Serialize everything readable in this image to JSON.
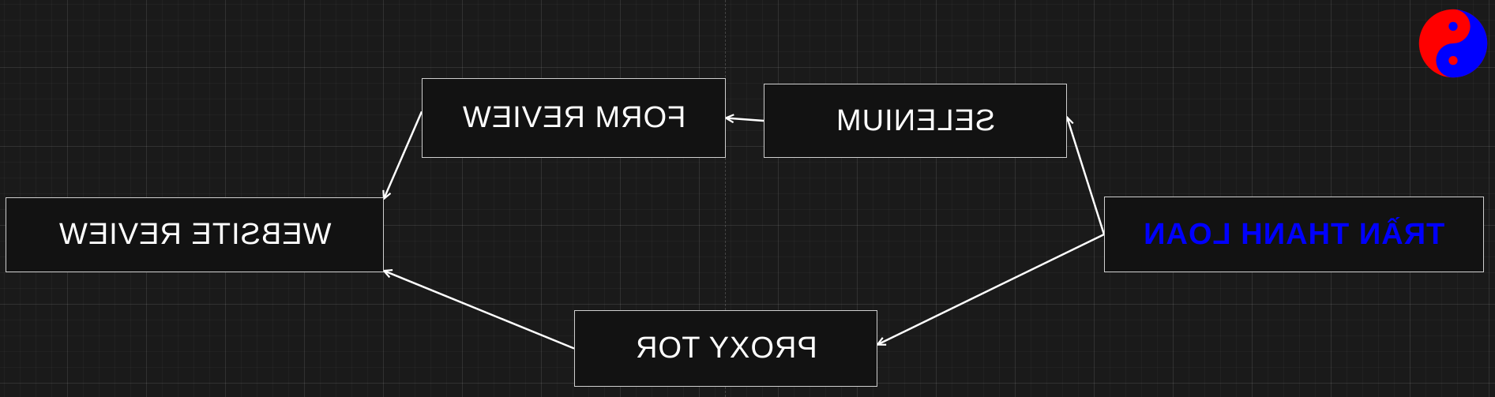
{
  "diagram": {
    "nodes": {
      "form_review": {
        "label": "FORM REVIEW"
      },
      "selenium": {
        "label": "SELENIUM"
      },
      "website_review": {
        "label": "WEBSITE REVIEW"
      },
      "author": {
        "label": "TRẦN THANH LOAN"
      },
      "proxy_tor": {
        "label": "PROXY TOR"
      }
    },
    "edges": [
      {
        "from": "selenium",
        "to": "form_review"
      },
      {
        "from": "form_review",
        "to": "website_review"
      },
      {
        "from": "author",
        "to": "selenium"
      },
      {
        "from": "author",
        "to": "proxy_tor"
      },
      {
        "from": "proxy_tor",
        "to": "website_review"
      }
    ],
    "colors": {
      "background": "#1a1a1a",
      "node_fill": "#121212",
      "node_border": "#cfcfcf",
      "text": "#ffffff",
      "author_text": "#0000ff",
      "arrow": "#ffffff",
      "yin_yang_red": "#ff0000",
      "yin_yang_blue": "#0000ff"
    },
    "logo": {
      "icon": "yin-yang-icon"
    }
  }
}
